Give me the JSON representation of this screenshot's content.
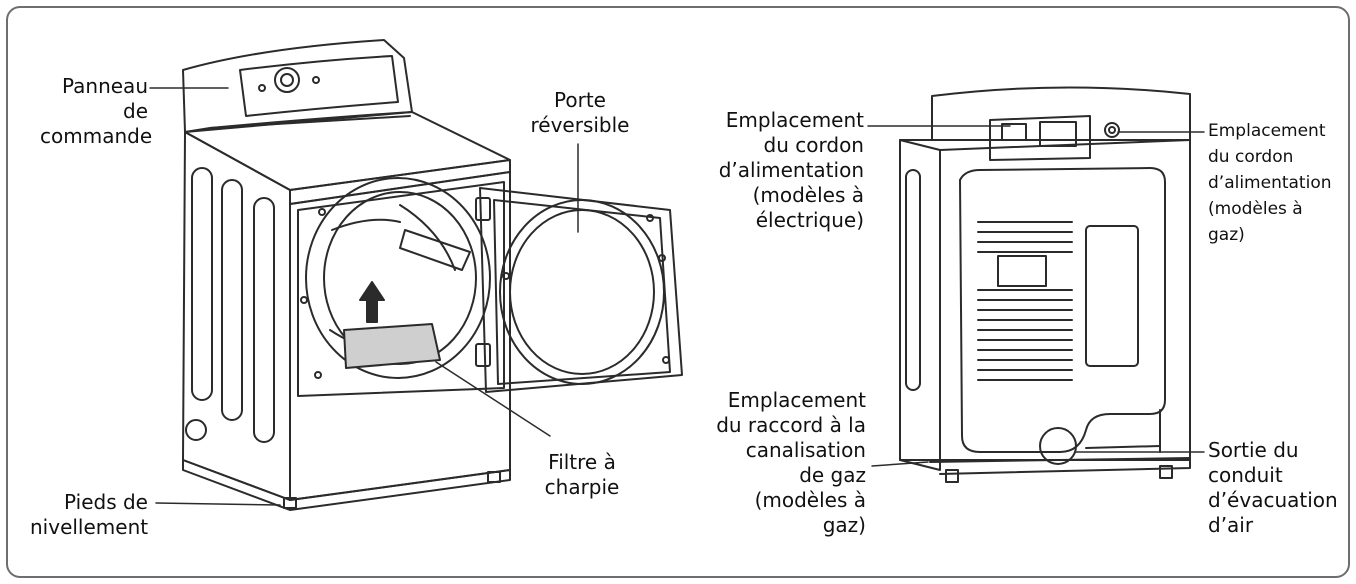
{
  "labels": {
    "control_panel": "Panneau\nde\ncommande",
    "reversible_door": "Porte\nréversible",
    "lint_filter": "Filtre à\ncharpie",
    "leveling_feet": "Pieds de\nnivellement",
    "power_cord_electric": "Emplacement\ndu cordon\nd’alimentation\n(modèles à\nélectrique)",
    "gas_line": "Emplacement\ndu raccord à la\ncanalisation\nde gaz\n(modèles à\ngaz)",
    "power_cord_gas": "Emplacement\ndu cordon\nd’alimentation\n(modèles à\ngaz)",
    "exhaust": "Sortie du\nconduit\nd’évacuation\nd’air"
  },
  "colors": {
    "line": "#2b2b2b",
    "frame": "#6e6e6e",
    "filter": "#cfcfcf"
  }
}
